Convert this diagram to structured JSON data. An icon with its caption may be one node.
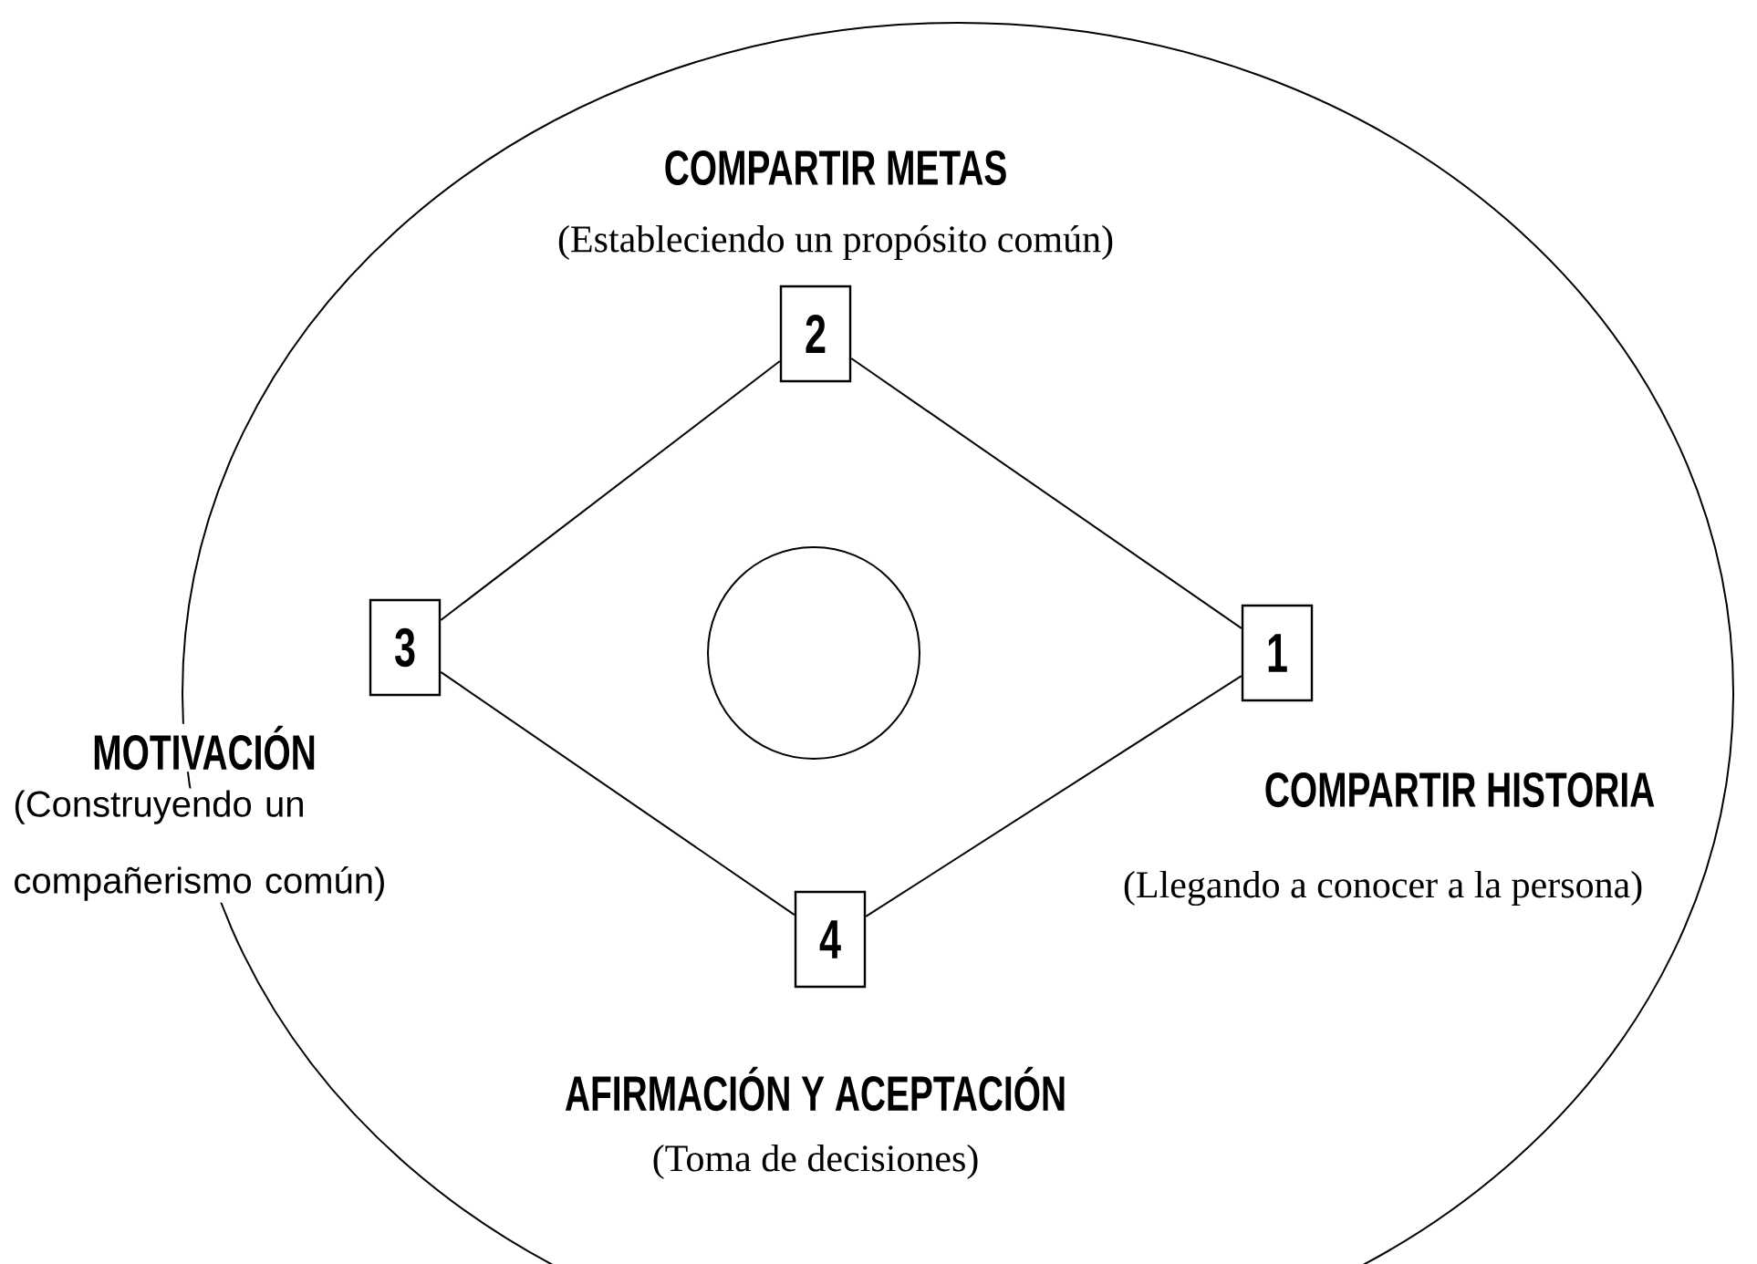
{
  "diagram": {
    "nodes": [
      {
        "text": [],
        "shape": "circle"
      },
      {
        "text": [
          "2"
        ],
        "in": 0,
        "beside": [
          "COMPARTIR METAS",
          "(Estableciendo un propósito común)"
        ]
      },
      {
        "text": [
          "3"
        ],
        "in": 0,
        "beside": [
          "MOTIVACIÓN",
          "(Construyendo un compañerismo común)"
        ]
      },
      {
        "text": [],
        "shape": "circle",
        "in": 0
      },
      {
        "text": [
          "1"
        ],
        "in": 0,
        "beside": [
          "COMPARTIR HISTORIA",
          "(Llegando a conocer a la persona)"
        ]
      },
      {
        "text": [
          "4"
        ],
        "in": 0,
        "beside": [
          "AFIRMACIÓN Y ACEPTACIÓN",
          "(Toma de decisiones)"
        ]
      }
    ],
    "edges": [
      {
        "from": 1,
        "to": 4,
        "arrow": "none"
      },
      {
        "from": 1,
        "to": 2,
        "arrow": "none"
      },
      {
        "from": 2,
        "to": 5,
        "arrow": "none"
      },
      {
        "from": 5,
        "to": 4,
        "arrow": "none"
      }
    ]
  }
}
